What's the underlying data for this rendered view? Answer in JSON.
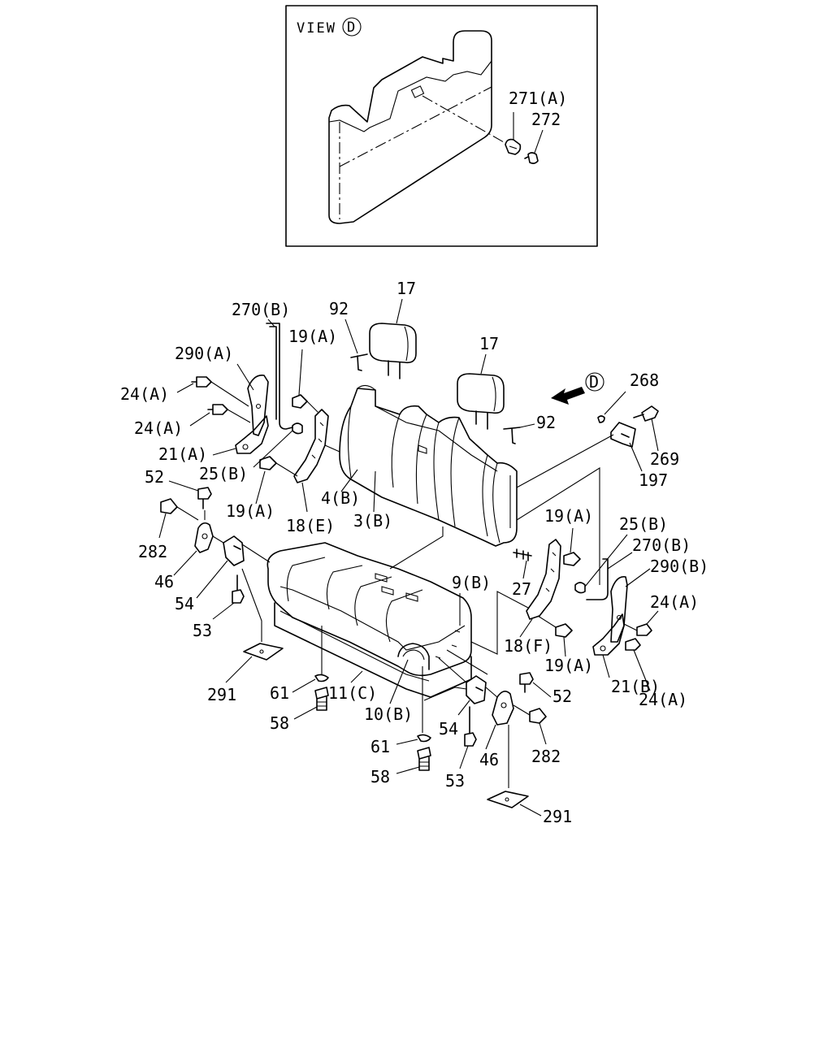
{
  "view_box": {
    "title": "VIEW",
    "mark": "D"
  },
  "direction_mark": "D",
  "labels": {
    "v271a": "271(A)",
    "v272": "272",
    "l17a": "17",
    "l17b": "17",
    "l92a": "92",
    "l92b": "92",
    "l270ba": "270(B)",
    "l270bb": "270(B)",
    "l290a": "290(A)",
    "l290b": "290(B)",
    "l19a1": "19(A)",
    "l19a2": "19(A)",
    "l19a3": "19(A)",
    "l19a4": "19(A)",
    "l24a1": "24(A)",
    "l24a2": "24(A)",
    "l24a3": "24(A)",
    "l24a4": "24(A)",
    "l21a": "21(A)",
    "l21b": "21(B)",
    "l25b1": "25(B)",
    "l25b2": "25(B)",
    "l4b": "4(B)",
    "l3b": "3(B)",
    "l18e": "18(E)",
    "l18f": "18(F)",
    "l52a": "52",
    "l52b": "52",
    "l282a": "282",
    "l282b": "282",
    "l46a": "46",
    "l46b": "46",
    "l54a": "54",
    "l54b": "54",
    "l53a": "53",
    "l53b": "53",
    "l291a": "291",
    "l291b": "291",
    "l61a": "61",
    "l61b": "61",
    "l58a": "58",
    "l58b": "58",
    "l11c": "11(C)",
    "l10b": "10(B)",
    "l9b": "9(B)",
    "l27": "27",
    "l268": "268",
    "l269": "269",
    "l197": "197"
  }
}
